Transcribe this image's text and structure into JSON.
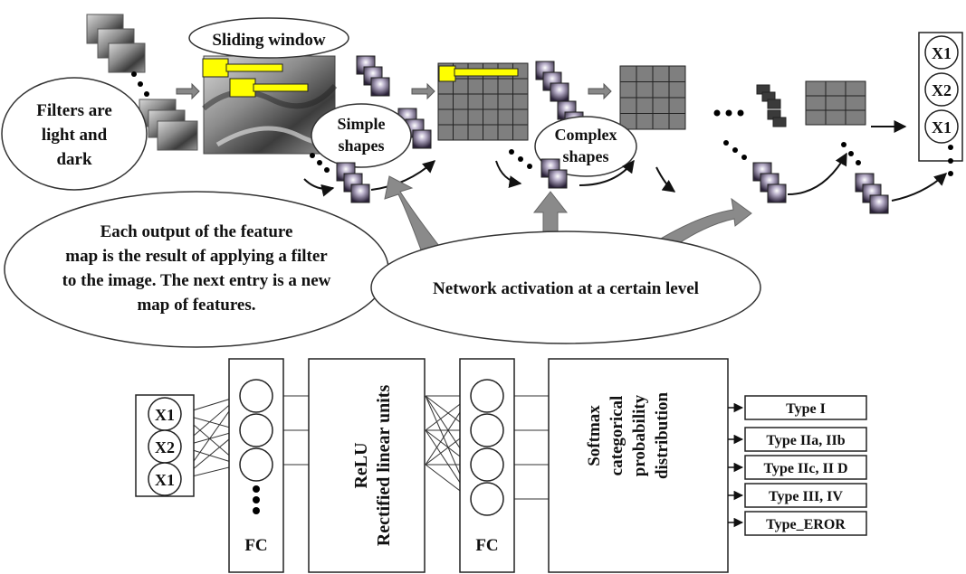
{
  "top": {
    "filters_bubble": [
      "Filters are",
      "light and",
      "dark"
    ],
    "sliding_window": "Sliding window",
    "simple_shapes": [
      "Simple",
      "shapes"
    ],
    "complex_shapes": [
      "Complex",
      "shapes"
    ],
    "feature_map_bubble": [
      "Each output of the feature",
      "map is the result of applying a filter",
      "to the image. The next entry is a new",
      "map of features."
    ],
    "activation_bubble": "Network activation at a certain level",
    "output_neurons": [
      "X1",
      "X2",
      "X1"
    ]
  },
  "bottom": {
    "input_neurons": [
      "X1",
      "X2",
      "X1"
    ],
    "fc1_label": "FC",
    "relu_title": "ReLU",
    "relu_subtitle": "Rectified linear units",
    "fc2_label": "FC",
    "softmax_lines": [
      "Softmax",
      "categorical",
      "probability",
      "distribution"
    ],
    "outputs": [
      "Type I",
      "Type IIa, IIb",
      "Type IIc, II D",
      "Type III, IV",
      "Type_EROR"
    ]
  },
  "colors": {
    "grid_fill": "#7f7f7f",
    "highlight": "#ffff00",
    "arrow_gray": "#888888",
    "filter_dark": "#2a2138",
    "filter_light": "#b7aec8"
  }
}
